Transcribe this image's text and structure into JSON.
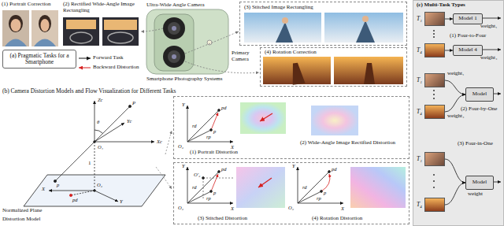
{
  "diagram": {
    "nodes": [
      {
        "text": [
          "(a) Pragmatic Tasks for a Smartphone"
        ]
      },
      {
        "text": [
          "(3) Stitched Image Rectangling"
        ]
      },
      {
        "text": [
          "(4) Rotation Correction"
        ]
      },
      {
        "text": [
          "(1) Portrait Distortion",
          "(2) Wide-Angle Image Rectified Distortion"
        ]
      },
      {
        "text": [
          "(3) Stitched Distortion",
          "(4) Rotation Distortion"
        ]
      },
      {
        "text": [
          "(c) Multi-Task Types",
          "(1) Four-to-Four",
          "(2) Four-by-One",
          "(3) Four-in-One"
        ]
      },
      {
        "text": [
          "T₁"
        ],
        "in": 5
      },
      {
        "text": [
          "Model 1"
        ],
        "in": 5
      },
      {
        "text": [
          "T₄"
        ],
        "in": 5
      },
      {
        "text": [
          "Model 4"
        ],
        "in": 5
      },
      {
        "text": [
          "T₁"
        ],
        "in": 5
      },
      {
        "text": [
          "Model"
        ],
        "in": 5
      },
      {
        "text": [
          "T₄"
        ],
        "in": 5
      },
      {
        "text": [
          "T₁"
        ],
        "in": 5
      },
      {
        "text": [
          "Model"
        ],
        "in": 5
      },
      {
        "text": [
          "T₄"
        ],
        "in": 5
      }
    ],
    "edges": [
      {
        "from": 6,
        "to": 7,
        "arrow": "to"
      },
      {
        "from": 8,
        "to": 9,
        "arrow": "to"
      },
      {
        "from": 10,
        "to": 11,
        "arrow": "to"
      },
      {
        "from": 12,
        "to": 11,
        "arrow": "to"
      },
      {
        "from": 13,
        "to": 14,
        "arrow": "to"
      },
      {
        "from": 15,
        "to": 14,
        "arrow": "to"
      }
    ],
    "labels": [
      "(1) Portrait Correction",
      "(2) Rectified Wide-Angle Image Rectangling",
      "Ultra-Wide Angle Camera",
      "Primary Camera",
      "Smartphone Photography Systems",
      "(b) Camera Distortion Models and Flow Visualization for Different Tasks",
      "Zc",
      "θ",
      "P",
      "Yc",
      "O₁",
      "Xc",
      "1",
      "p",
      "O₂",
      "X",
      "Y",
      "pd",
      "Normalized Plane",
      "Distortion Model",
      "Y",
      "X",
      "O₂",
      "p",
      "pd",
      "rd",
      "rp",
      "Y",
      "X",
      "O₂",
      "p",
      "pd",
      "rd",
      "rp",
      "O′₂",
      "Y",
      "X",
      "O₂",
      "p",
      "pd",
      "rd",
      "rp",
      "weight₁",
      "weight₄",
      "weight₁",
      "weight₄",
      "weight"
    ],
    "legend": [
      {
        "text": "Forward Task"
      },
      {
        "text": "Backward Distortion"
      }
    ]
  }
}
